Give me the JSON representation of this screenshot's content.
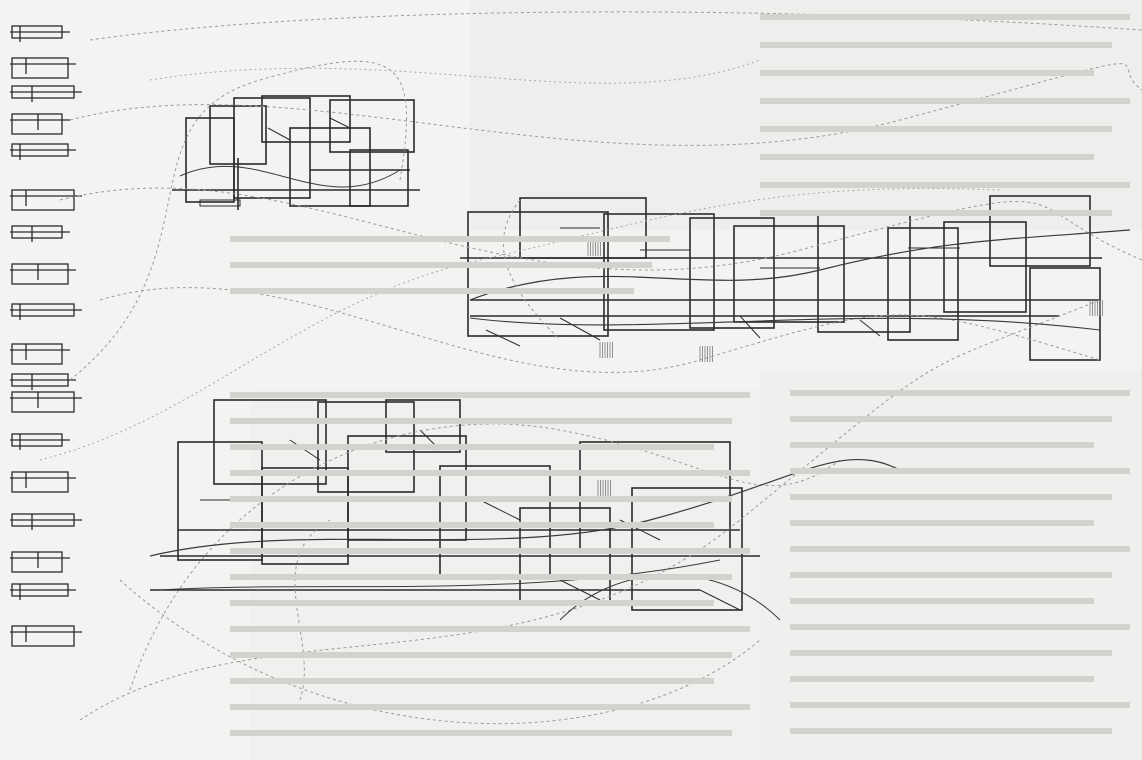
{
  "figure": {
    "kind": "architectural plan drawing with sketched circulation curves",
    "colors": {
      "paper": "#f3f3f1",
      "wall": "#2b2b2b",
      "wall_light": "#6e6e6e",
      "curve_dark": "#3a3a3a",
      "curve_light": "#9a9a9a",
      "hatch": "#7a7a7a",
      "ghost_text": "#c9c9c6"
    },
    "plan_groups": [
      "thumbnail-column",
      "upper-left-plan",
      "upper-right-plan",
      "lower-plan"
    ]
  }
}
